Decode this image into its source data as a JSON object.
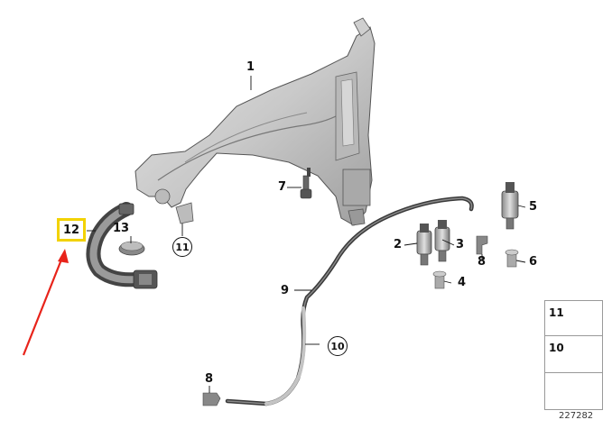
{
  "diagram": {
    "callouts": {
      "c1": "1",
      "c2": "2",
      "c3": "3",
      "c4": "4",
      "c5": "5",
      "c6": "6",
      "c7": "7",
      "c8a": "8",
      "c8b": "8",
      "c9": "9",
      "c10": "10",
      "c11": "11",
      "c12": "12",
      "c13": "13"
    },
    "legend": {
      "item1": "11",
      "item2": "10"
    },
    "doc_number": "227282",
    "colors": {
      "highlight": "#f2d200",
      "arrow": "#e8231a",
      "part_fill": "#c8c8c8",
      "hose": "#3a3a3a"
    }
  }
}
